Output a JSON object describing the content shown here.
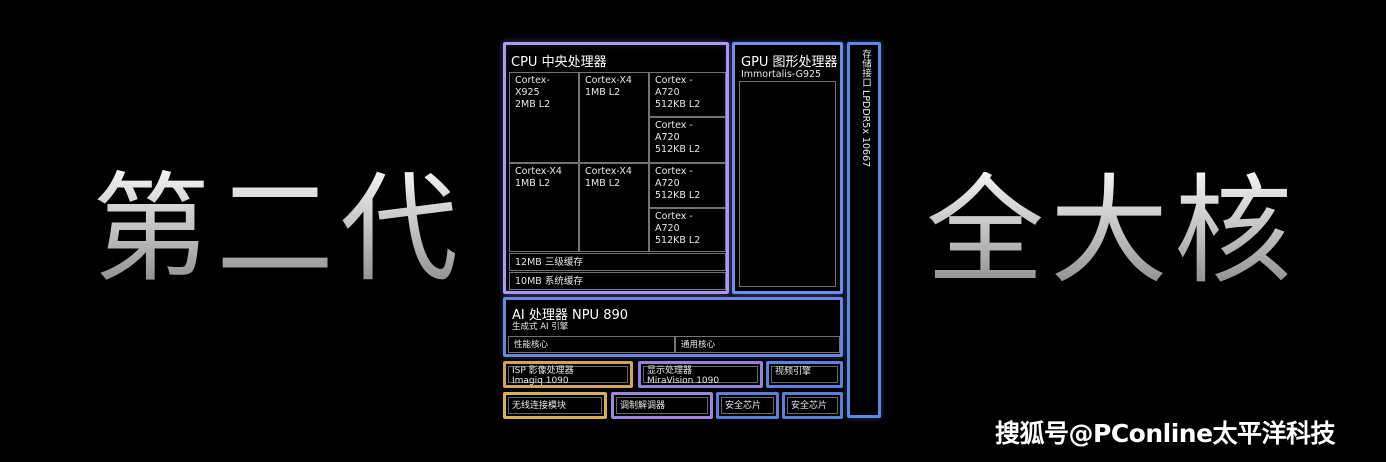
{
  "headline_left": "第二代",
  "headline_right": "全大核",
  "cpu": {
    "title": "CPU 中央处理器",
    "cores": [
      "Cortex-X925\n2MB L2",
      "Cortex-X4\n1MB L2",
      "Cortex - A720\n512KB L2",
      "Cortex - A720\n512KB L2",
      "Cortex-X4\n1MB L2",
      "Cortex-X4\n1MB L2",
      "Cortex - A720\n512KB L2",
      "Cortex - A720\n512KB L2"
    ],
    "l3_cache": "12MB 三级缓存",
    "system_cache": "10MB 系统缓存"
  },
  "gpu": {
    "title": "GPU 图形处理器",
    "model": "Immortalis-G925"
  },
  "storage": {
    "label": "存储接口 LPDDR5x 10667"
  },
  "ai": {
    "title": "AI 处理器 NPU 890",
    "subtitle": "生成式 AI 引擎",
    "left_cell": "性能核心",
    "right_cell": "通用核心"
  },
  "isp": {
    "label": "ISP 影像处理器\nImagiq 1090"
  },
  "display": {
    "label": "显示处理器\nMiraVision 1090"
  },
  "video": {
    "label": "视频引擎"
  },
  "wireless": {
    "label": "无线连接模块"
  },
  "modem": {
    "label": "调制解调器"
  },
  "security_1": {
    "label": "安全芯片"
  },
  "security_2": {
    "label": "安全芯片"
  },
  "watermark": "搜狐号@PConline太平洋科技",
  "colors": {
    "cpu_border": "#a99ce8",
    "gpu_border": "#6f90e8",
    "ai_border": "#6b85db",
    "isp_border": "#d2a260",
    "wireless_border": "#d8b04c",
    "background": "#000000"
  }
}
